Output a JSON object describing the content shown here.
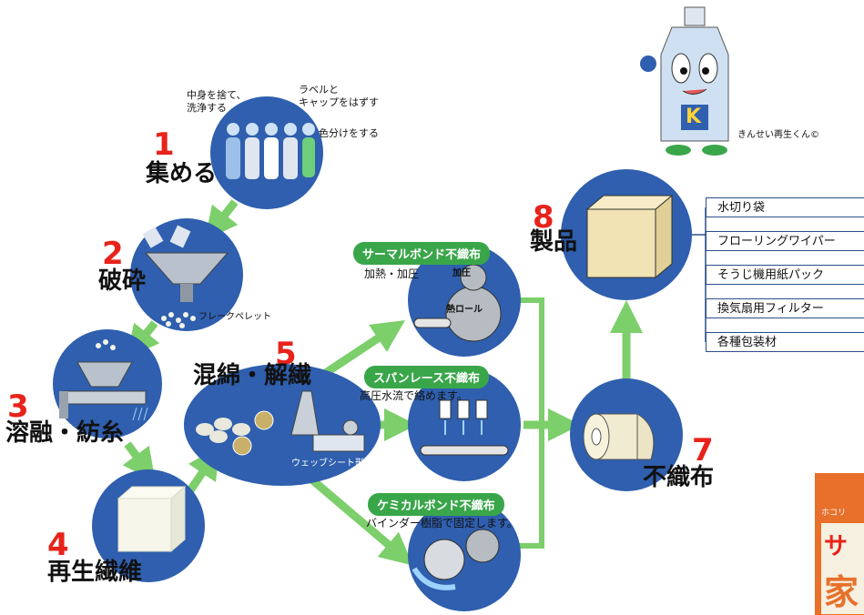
{
  "steps": {
    "s1": {
      "num": "1",
      "label": "集める",
      "note_a": "中身を捨て、\n洗浄する",
      "note_b": "ラベルと\nキャップをはずす",
      "note_c": "色分けをする"
    },
    "s2": {
      "num": "2",
      "label": "破砕",
      "note": "フレークペレット"
    },
    "s3": {
      "num": "3",
      "label": "溶融・紡糸"
    },
    "s4": {
      "num": "4",
      "label": "再生繊維"
    },
    "s5": {
      "num": "5",
      "label": "混綿・解繊",
      "note": "ウェッブシート形成"
    },
    "s7": {
      "num": "7",
      "label": "不織布"
    },
    "s8": {
      "num": "8",
      "label": "製品"
    }
  },
  "processes": {
    "thermal": {
      "title": "サーマルボンド不織布",
      "desc": "加熱・加圧",
      "inner_a": "加圧",
      "inner_b": "熱ロール"
    },
    "spunlace": {
      "title": "スパンレース不織布",
      "desc": "高圧水流で絡めます。"
    },
    "chemical": {
      "title": "ケミカルボンド不織布",
      "desc": "バインダー樹脂で固定します。"
    }
  },
  "products": [
    "水切り袋",
    "フローリングワイパー",
    "そうじ機用紙パック",
    "換気扇用フィルター",
    "各種包装材"
  ],
  "mascot": {
    "letter": "K",
    "caption": "きんせい再生くん©"
  },
  "package": {
    "text_a": "サ",
    "text_b": "家",
    "text_c": "ホコリ"
  },
  "colors": {
    "circle": "#2f5fae",
    "arrow": "#7ccf6a",
    "pill": "#3aa64a",
    "number": "#e8231b"
  }
}
